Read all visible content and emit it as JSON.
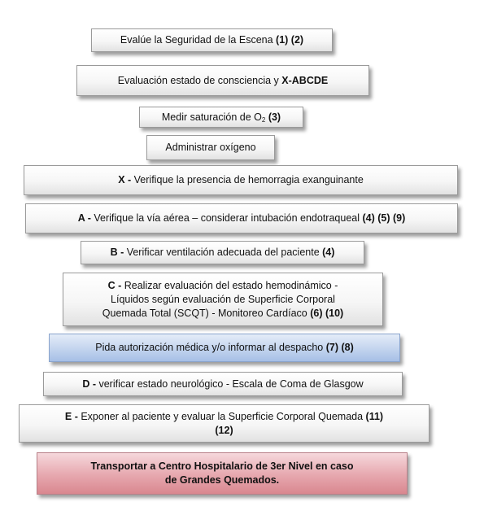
{
  "steps": {
    "s1": {
      "text": "Evalúe la Seguridad de la Escena ",
      "refs": "(1) (2)"
    },
    "s2": {
      "text": "Evaluación estado de consciencia y ",
      "bold": "X-ABCDE"
    },
    "s3": {
      "pre": "Medir saturación de O",
      "sub": "2",
      "refs": "(3)"
    },
    "s4": {
      "text": "Administrar oxígeno"
    },
    "s5": {
      "letter": "X - ",
      "text": "Verifique la presencia de hemorragia exanguinante"
    },
    "s6": {
      "letter": "A - ",
      "text": " Verifique la vía aérea  – considerar intubación endotraqueal ",
      "refs": "(4) (5) (9)"
    },
    "s7": {
      "letter": "B - ",
      "text": " Verificar ventilación adecuada del paciente ",
      "refs": "(4)"
    },
    "s8": {
      "letter": "C - ",
      "line1": "Realizar evaluación del estado hemodinámico -",
      "line2": "Líquidos según evaluación de Superficie Corporal",
      "line3": "Quemada Total (SCQT) - Monitoreo Cardíaco ",
      "refs": "(6) (10)"
    },
    "s9": {
      "text": "Pida autorización médica y/o informar al despacho ",
      "refs": "(7) (8)"
    },
    "s10": {
      "letter": "D - ",
      "text": "verificar estado neurológico - Escala de Coma de Glasgow"
    },
    "s11": {
      "letter": "E - ",
      "text": "Exponer al paciente y evaluar la Superficie Corporal Quemada ",
      "refs1": "(11)",
      "refs2": "(12)"
    },
    "s12": {
      "line1": "Transportar a Centro Hospitalario de 3er Nivel en caso",
      "line2": "de Grandes Quemados."
    }
  }
}
